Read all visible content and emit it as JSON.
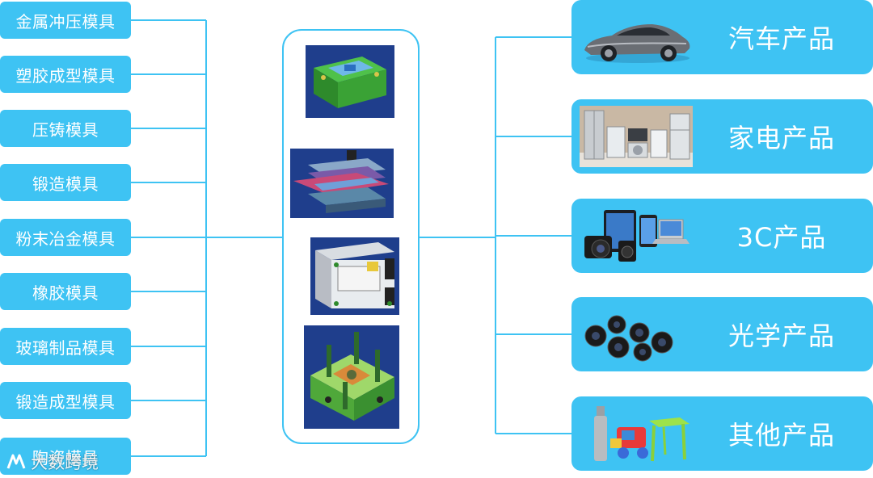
{
  "mold_types": [
    {
      "label": "金属冲压模具"
    },
    {
      "label": "塑胶成型模具"
    },
    {
      "label": "压铸模具"
    },
    {
      "label": "锻造模具"
    },
    {
      "label": "粉末冶金模具"
    },
    {
      "label": "橡胶模具"
    },
    {
      "label": "玻璃制品模具"
    },
    {
      "label": "锻造成型模具"
    },
    {
      "label": "陶瓷模具"
    }
  ],
  "products": [
    {
      "label": "汽车产品",
      "icon": "car-image"
    },
    {
      "label": "家电产品",
      "icon": "home-appliances-image"
    },
    {
      "label": "3C产品",
      "icon": "electronics-devices-image"
    },
    {
      "label": "光学产品",
      "icon": "optical-lenses-image"
    },
    {
      "label": "其他产品",
      "icon": "plastic-toys-image"
    }
  ],
  "watermark": {
    "text": "大数跨境"
  },
  "colors": {
    "accent": "#3ec3f3",
    "line": "#3ec3f3",
    "text": "#ffffff"
  }
}
